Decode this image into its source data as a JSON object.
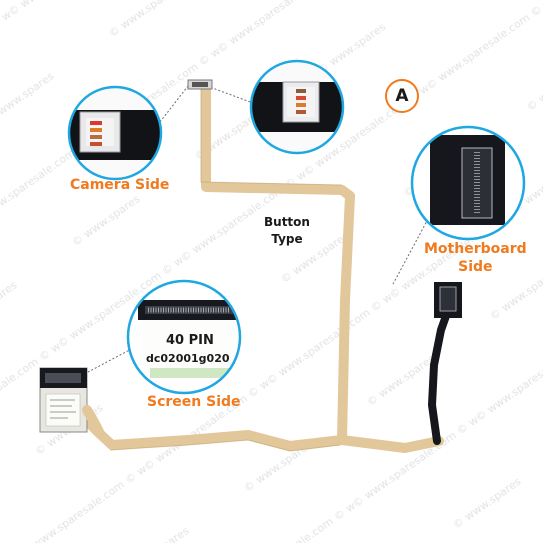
{
  "watermark": "© www.sparesale.com",
  "badge": "A",
  "labels": {
    "camera_side": "Camera Side",
    "screen_side": "Screen Side",
    "motherboard_side_line1": "Motherboard",
    "motherboard_side_line2": "Side",
    "button_type_line1": "Button",
    "button_type_line2": "Type"
  },
  "screen_connector": {
    "pin_count": "40 PIN",
    "part_number": "dc02001g020"
  },
  "colors": {
    "accent": "#f07a1e",
    "callout_ring": "#1ea7e0",
    "cable": "#e2c79a",
    "connector_black": "#15171c"
  }
}
